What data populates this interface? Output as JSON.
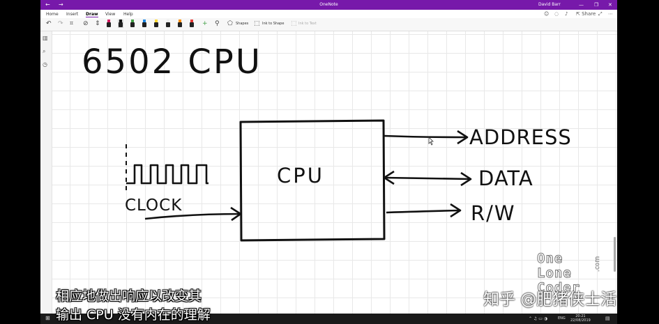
{
  "window": {
    "title": "OneNote",
    "user": "David Barr",
    "controls": [
      "—",
      "❐",
      "✕"
    ],
    "nav": [
      "←",
      "→"
    ]
  },
  "ribbon": {
    "tabs": [
      "Home",
      "Insert",
      "Draw",
      "View",
      "Help"
    ],
    "active_tab": "Draw",
    "right_actions": {
      "share": "Share",
      "more": "⋯"
    }
  },
  "toolbar": {
    "undo": "↶",
    "redo": "↷",
    "shapes_label": "Shapes",
    "ink_to_shape_label": "Ink to Shape",
    "ink_to_text_label": "Ink to Text",
    "pens": [
      {
        "tip": "#d81b60",
        "selected": false
      },
      {
        "tip": "#111111",
        "selected": true
      },
      {
        "tip": "#43a047",
        "selected": false
      },
      {
        "tip": "#1e88e5",
        "selected": false
      },
      {
        "tip": "#fdd835",
        "selected": false
      },
      {
        "tip": "#eeeeee",
        "selected": false
      },
      {
        "tip": "#fb8c00",
        "selected": false
      },
      {
        "tip": "#e53935",
        "selected": false
      }
    ],
    "add": "+"
  },
  "sidebar": {
    "icons": [
      "notebooks-icon",
      "search-icon",
      "recent-icon"
    ]
  },
  "note": {
    "title": "6502 CPU",
    "box_label": "CPU",
    "inputs": [
      "CLOCK"
    ],
    "outputs": [
      "ADDRESS",
      "DATA",
      "R/W"
    ]
  },
  "taskbar": {
    "language": "ENG",
    "time": "20:21",
    "date": "22/08/2019"
  },
  "subtitles": {
    "line1": "相应地做出响应以改变其",
    "line2": "输出 CPU 没有内在的理解"
  },
  "watermarks": {
    "zhihu": "知乎 @肥猪侠士活",
    "olc_line1": "One",
    "olc_line2": "Lone",
    "olc_line3": "Coder",
    "olc_suffix": ".com"
  },
  "colors": {
    "accent": "#7719aa",
    "ink": "#111111",
    "grid": "#e8e8e8"
  }
}
